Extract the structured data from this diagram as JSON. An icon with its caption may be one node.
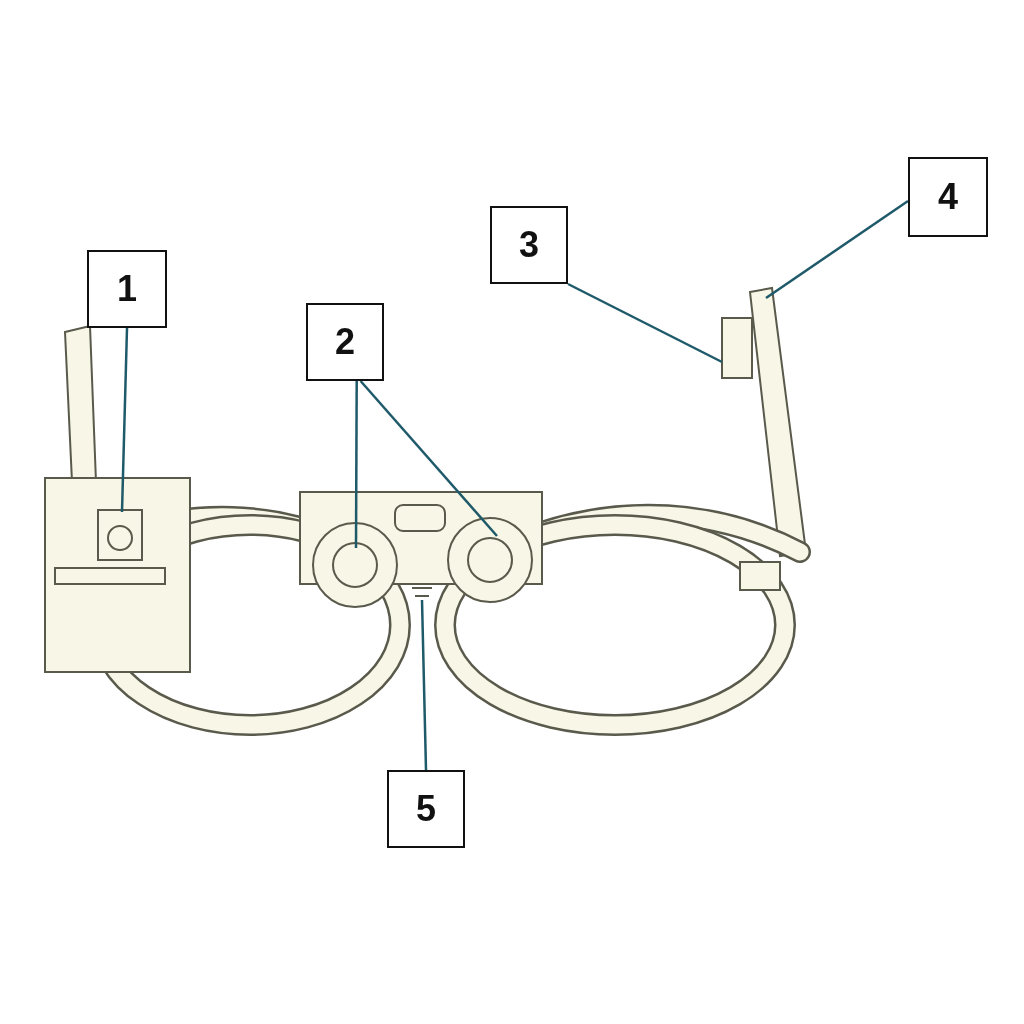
{
  "diagram": {
    "nodes": [
      {
        "text": [
          "1"
        ]
      },
      {
        "text": [
          "2"
        ]
      },
      {
        "text": [
          "3"
        ]
      },
      {
        "text": [
          "4"
        ]
      },
      {
        "text": [
          "5"
        ]
      }
    ],
    "edges": [
      {
        "from": 0,
        "to": null,
        "arrow": "none"
      },
      {
        "from": 1,
        "to": null,
        "arrow": "none"
      },
      {
        "from": 1,
        "to": null,
        "arrow": "none"
      },
      {
        "from": 2,
        "to": null,
        "arrow": "none"
      },
      {
        "from": 3,
        "to": null,
        "arrow": "none"
      },
      {
        "from": 4,
        "to": null,
        "arrow": "none"
      }
    ]
  }
}
